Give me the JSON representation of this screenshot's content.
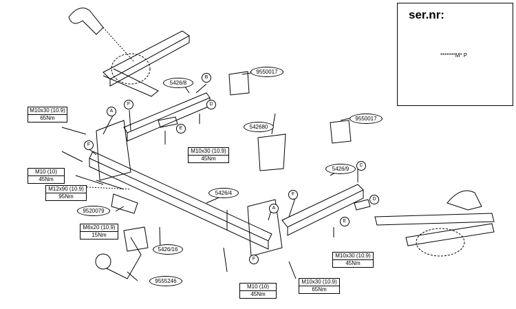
{
  "serial_panel": {
    "title": "ser.nr:",
    "serial": "*******M* P",
    "icon": "warning-triangle-icon"
  },
  "part_ovals": {
    "p9550017_top": "9550017",
    "p5426_8": "5426/8",
    "p542680": "542680",
    "p9550017_right": "9550017",
    "p5426_9": "5426/9",
    "p5426_4": "5426/4",
    "p9520079": "9520079",
    "p5426_16": "5426/16",
    "p9555246": "9555246"
  },
  "letters": {
    "A1": "A",
    "A2": "A",
    "B": "B",
    "C": "C",
    "D1": "D",
    "D2": "D",
    "E1": "E",
    "E2": "E",
    "F1": "F",
    "F2": "F",
    "F3": "F",
    "F4": "F"
  },
  "torque_boxes": {
    "b1": {
      "bolt": "M10x30 (10.9)",
      "torque": "65Nm"
    },
    "b2": {
      "bolt": "M10x30 (10.9)",
      "torque": "45Nm"
    },
    "b3": {
      "bolt": "M10 (10)",
      "torque": "45Nm"
    },
    "b4": {
      "bolt": "M12x90 (10.9)",
      "torque": "95Nm"
    },
    "b5": {
      "bolt": "M6x20 (10.9)",
      "torque": "15Nm"
    },
    "b6": {
      "bolt": "M10x30 (10.9)",
      "torque": "45Nm"
    },
    "b7": {
      "bolt": "M10 (10)",
      "torque": "45Nm"
    },
    "b8": {
      "bolt": "M10x30 (10.9)",
      "torque": "65Nm"
    }
  }
}
